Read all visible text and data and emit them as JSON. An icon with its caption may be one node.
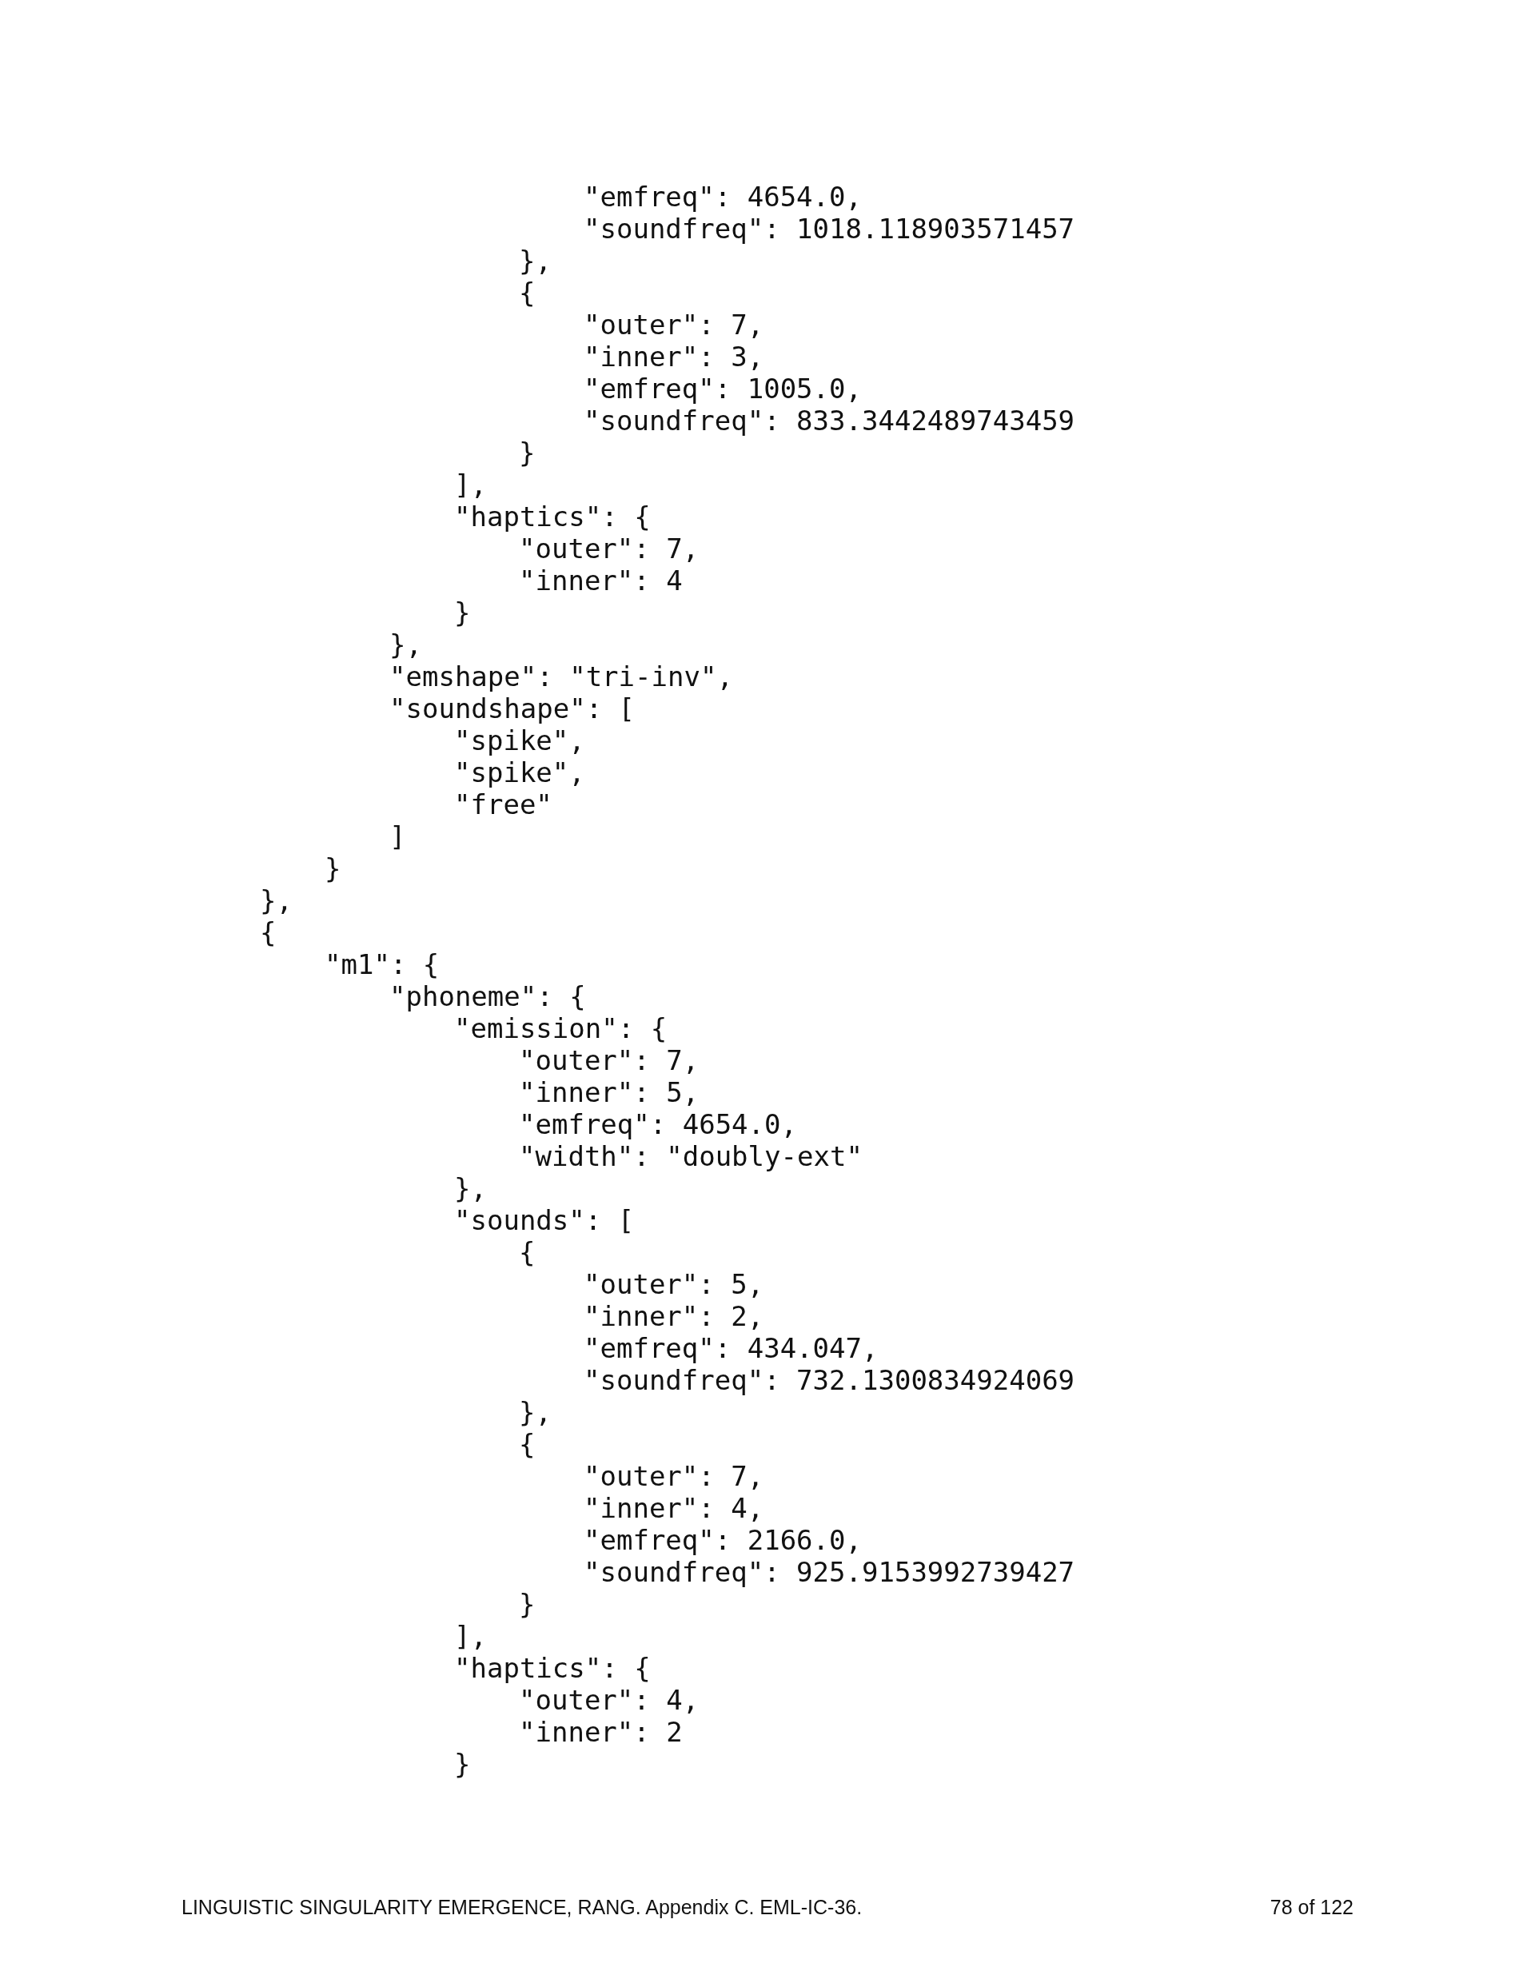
{
  "diagram": {
    "labels": [
      "\"emfreq\": 4654.0,",
      "\"soundfreq\": 1018.118903571457",
      "},",
      "{",
      "\"outer\": 7,",
      "\"inner\": 3,",
      "\"emfreq\": 1005.0,",
      "\"soundfreq\": 833.3442489743459",
      "}",
      "],",
      "\"haptics\": {",
      "\"outer\": 7,",
      "\"inner\": 4",
      "}",
      "},",
      "\"emshape\": \"tri-inv\",",
      "\"soundshape\": [",
      "\"spike\",",
      "\"spike\",",
      "\"free\"",
      "]",
      "}",
      "},",
      "{",
      "\"m1\": {",
      "\"phoneme\": {",
      "\"emission\": {",
      "\"outer\": 7,",
      "\"inner\": 5,",
      "\"emfreq\": 4654.0,",
      "\"width\": \"doubly-ext\"",
      "},",
      "\"sounds\": [",
      "{",
      "\"outer\": 5,",
      "\"inner\": 2,",
      "\"emfreq\": 434.047,",
      "\"soundfreq\": 732.1300834924069",
      "},",
      "{",
      "\"outer\": 7,",
      "\"inner\": 4,",
      "\"emfreq\": 2166.0,",
      "\"soundfreq\": 925.9153992739427",
      "}",
      "],",
      "\"haptics\": {",
      "\"outer\": 4,",
      "\"inner\": 2",
      "}",
      "LINGUISTIC SINGULARITY EMERGENCE, RANG. Appendix C. EML-IC-36.",
      "78 of 122"
    ]
  }
}
